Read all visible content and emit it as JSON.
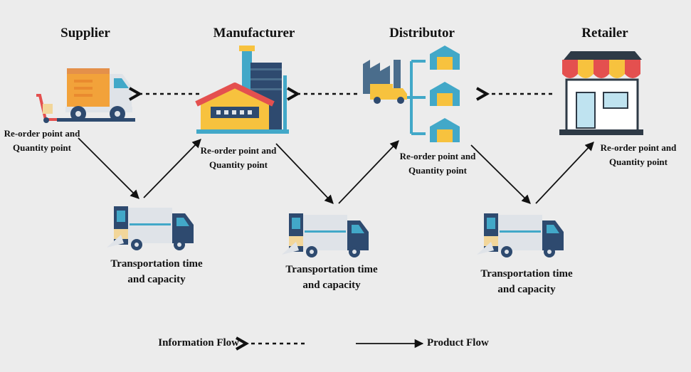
{
  "nodes": {
    "supplier": {
      "title": "Supplier",
      "note": [
        "Re-order point and",
        "Quantity point"
      ]
    },
    "manufacturer": {
      "title": "Manufacturer",
      "note": [
        "Re-order point and",
        "Quantity point"
      ]
    },
    "distributor": {
      "title": "Distributor",
      "note": [
        "Re-order point and",
        "Quantity point"
      ]
    },
    "retailer": {
      "title": "Retailer",
      "note": [
        "Re-order point and",
        "Quantity point"
      ]
    }
  },
  "transport": [
    {
      "lines": [
        "Transportation time",
        "and capacity"
      ]
    },
    {
      "lines": [
        "Transportation time",
        "and capacity"
      ]
    },
    {
      "lines": [
        "Transportation time",
        "and capacity"
      ]
    }
  ],
  "legend": {
    "information": "Information Flow",
    "product": "Product Flow"
  },
  "colors": {
    "background": "#ececec",
    "navy": "#2e4a6f",
    "slate": "#4a6d8c",
    "teal": "#42a8c8",
    "yellow": "#f7c23e",
    "red": "#e4504f",
    "cream": "#f2d69a",
    "gray": "#d9dde2",
    "black": "#111111"
  },
  "icons": [
    "hand-truck-delivery-truck-icon",
    "factory-icon",
    "distribution-network-icon",
    "store-icon",
    "delivery-van-icon"
  ]
}
